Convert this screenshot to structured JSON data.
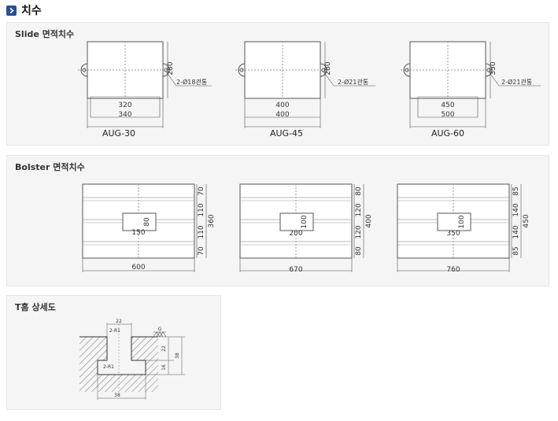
{
  "header": {
    "title": "치수",
    "icon": "arrow-right-icon"
  },
  "slide": {
    "title": "Slide  면적치수",
    "items": [
      {
        "model": "AUG-30",
        "width1": "320",
        "width2": "340",
        "height": "280",
        "hole": "2-Ø18관통"
      },
      {
        "model": "AUG-45",
        "width1": "400",
        "width2": "400",
        "height": "280",
        "hole": "2-Ø21관통"
      },
      {
        "model": "AUG-60",
        "width1": "450",
        "width2": "500",
        "height": "350",
        "hole": "2-Ø21관통"
      }
    ]
  },
  "bolster": {
    "title": "Bolster 면적치수",
    "items": [
      {
        "width": "600",
        "height": "360",
        "segments": [
          "70",
          "110",
          "110",
          "70"
        ],
        "center_w": "150",
        "center_h": "80"
      },
      {
        "width": "670",
        "height": "400",
        "segments": [
          "80",
          "120",
          "120",
          "80"
        ],
        "center_w": "200",
        "center_h": "100"
      },
      {
        "width": "760",
        "height": "450",
        "segments": [
          "85",
          "140",
          "140",
          "85"
        ],
        "center_w": "350",
        "center_h": "100"
      }
    ]
  },
  "tslot": {
    "title": "T홈 상세도",
    "top_width": "22",
    "top_radius": "2-R1",
    "bottom_radius": "2-R1",
    "bottom_width": "38",
    "neck_depth": "22",
    "head_depth": "16",
    "total_depth": "38",
    "finish_mark": "G"
  }
}
